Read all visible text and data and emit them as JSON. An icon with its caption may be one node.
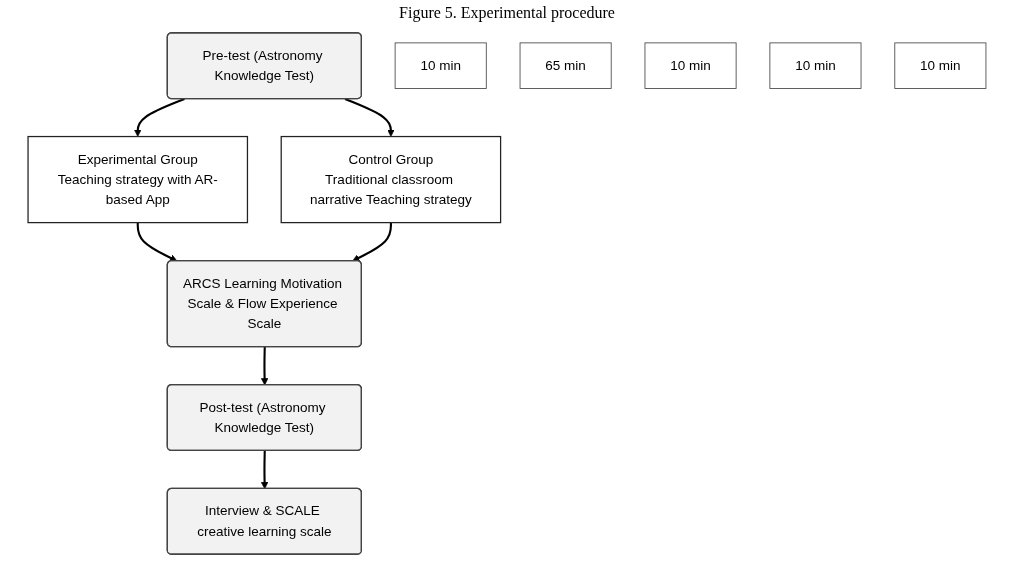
{
  "diagram": {
    "title": "Figure 5. Experimental procedure",
    "nodes": [
      {
        "text": [
          "Pre-test (Astronomy Knowledge Test)"
        ]
      },
      {
        "text": [
          "10 min"
        ]
      },
      {
        "text": [
          "Experimental Group",
          "Teaching strategy with AR-based App"
        ]
      },
      {
        "text": [
          "Control Group",
          "Traditional classroom narrative Teaching strategy"
        ]
      },
      {
        "text": [
          "65 min"
        ]
      },
      {
        "text": [
          "ARCS Learning Motivation Scale & Flow Experience Scale"
        ]
      },
      {
        "text": [
          "10 min"
        ]
      },
      {
        "text": [
          "Post-test (Astronomy Knowledge Test)"
        ]
      },
      {
        "text": [
          "10 min"
        ]
      },
      {
        "text": [
          "Interview & SCALE creative learning scale"
        ]
      },
      {
        "text": [
          "10 min"
        ]
      }
    ],
    "edges": [
      {
        "from": 0,
        "to": 2,
        "arrow": "to"
      },
      {
        "from": 0,
        "to": 3,
        "arrow": "to"
      },
      {
        "from": 2,
        "to": 5,
        "arrow": "to"
      },
      {
        "from": 3,
        "to": 5,
        "arrow": "to"
      },
      {
        "from": 5,
        "to": 7,
        "arrow": "to"
      },
      {
        "from": 7,
        "to": 9,
        "arrow": "to"
      }
    ]
  }
}
